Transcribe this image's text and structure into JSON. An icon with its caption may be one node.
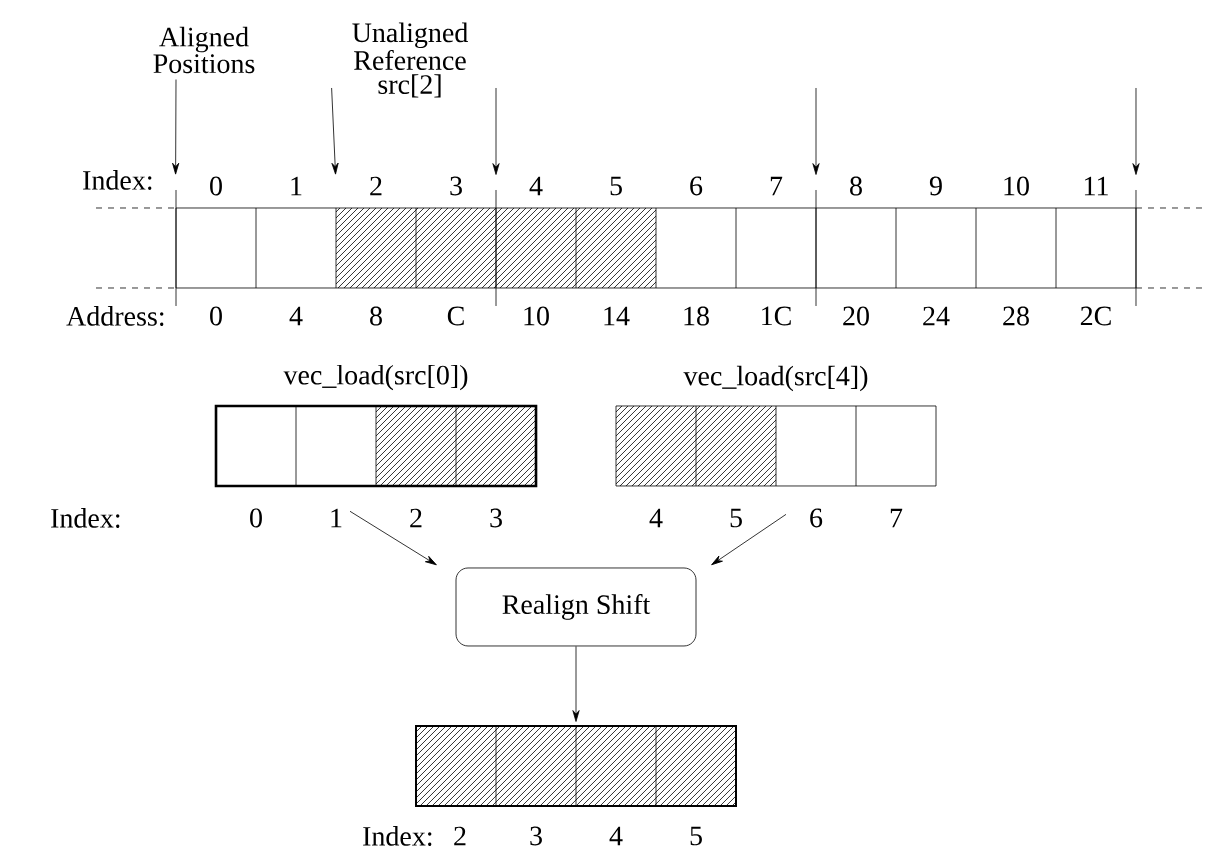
{
  "diagram": {
    "nodes": [
      {
        "text": [
          "Aligned Positions"
        ]
      },
      {
        "text": [
          "Unaligned Reference src[2]"
        ]
      },
      {
        "text": [],
        "shape": "box"
      },
      {
        "text": [
          "vec_load(src[0])"
        ]
      },
      {
        "text": [
          "vec_load(src[4])"
        ]
      },
      {
        "text": [
          "Realign Shift"
        ]
      },
      {
        "text": [],
        "shape": "box"
      }
    ],
    "edges": [
      {
        "from": 0,
        "to": 2,
        "arrow": "to"
      },
      {
        "from": 1,
        "to": 2,
        "arrow": "to"
      },
      {
        "from": 3,
        "to": 5,
        "arrow": "to"
      },
      {
        "from": 4,
        "to": 5,
        "arrow": "to"
      },
      {
        "from": 5,
        "to": 6,
        "arrow": "to"
      }
    ],
    "labels": [
      "Index:",
      "0",
      "1",
      "2",
      "3",
      "4",
      "5",
      "6",
      "7",
      "8",
      "9",
      "10",
      "11",
      "Address:",
      "0",
      "4",
      "8",
      "C",
      "10",
      "14",
      "18",
      "1C",
      "20",
      "24",
      "28",
      "2C",
      "Index:",
      "0",
      "1",
      "2",
      "3",
      "4",
      "5",
      "6",
      "7",
      "Index:",
      "2",
      "3",
      "4",
      "5"
    ]
  }
}
